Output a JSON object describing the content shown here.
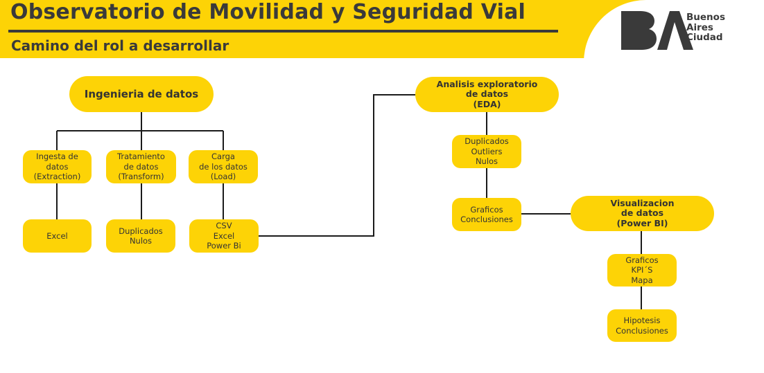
{
  "header": {
    "title": "Observatorio de Movilidad y Seguridad Vial",
    "subtitle": "Camino del rol a desarrollar"
  },
  "logo": {
    "mark": "BA",
    "line1": "Buenos",
    "line2": "Aires",
    "line3": "Ciudad"
  },
  "diagram": {
    "data_engineering": {
      "title": "Ingenieria de datos",
      "extract": "Ingesta de\ndatos\n(Extraction)",
      "transform": "Tratamiento\nde datos\n(Transform)",
      "load": "Carga\nde los datos\n(Load)",
      "extract_tools": "Excel",
      "transform_tools": "Duplicados\nNulos",
      "load_tools": "CSV\nExcel\nPower Bi"
    },
    "eda": {
      "title": "Analisis exploratorio\nde datos\n(EDA)",
      "checks": "Duplicados\nOutliers\nNulos",
      "outputs": "Graficos\nConclusiones"
    },
    "visualization": {
      "title": "Visualizacion\nde datos\n(Power BI)",
      "elements": "Graficos\nKPI´S\nMapa",
      "outputs": "Hipotesis\nConclusiones"
    }
  },
  "colors": {
    "brand_yellow": "#FDD306",
    "text_dark": "#333333",
    "line": "#1a1a1a"
  }
}
